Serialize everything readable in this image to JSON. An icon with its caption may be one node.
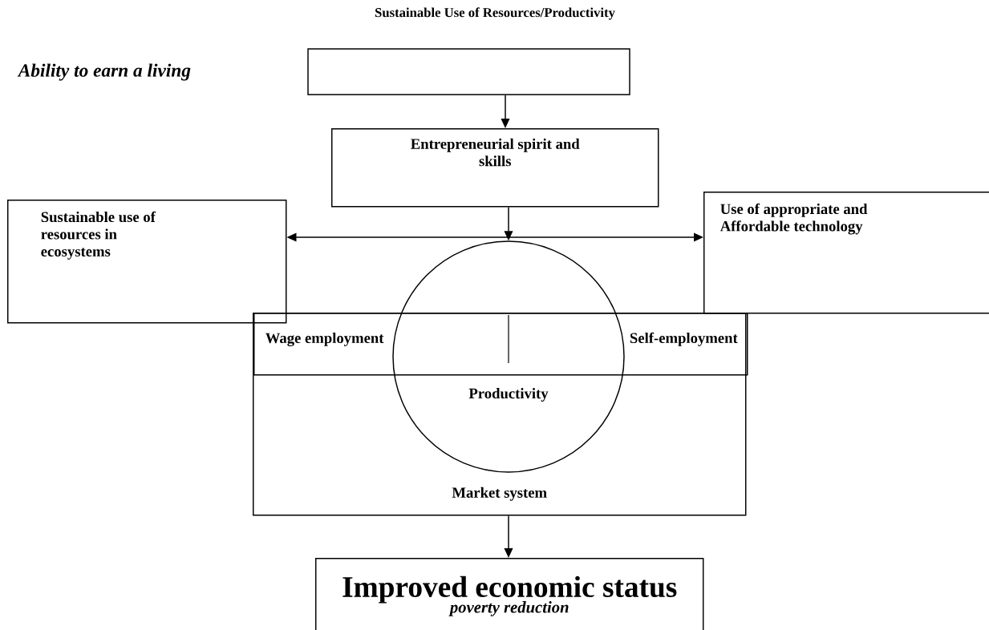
{
  "diagram": {
    "title": "Sustainable Use of Resources/Productivity",
    "nodes": [
      {
        "text": [],
        "shape": "box"
      },
      {
        "text": [
          "Entrepreneurial spirit and skills"
        ]
      },
      {
        "text": [
          "Sustainable use of resources in ecosystems"
        ]
      },
      {
        "text": [
          "Use of appropriate and Affordable technology"
        ]
      },
      {
        "text": [
          "Market system"
        ]
      },
      {
        "text": [
          "Wage employment",
          "Self-employment"
        ],
        "in": 4
      },
      {
        "text": [
          "Productivity"
        ]
      },
      {
        "text": [
          "Improved economic status",
          "poverty reduction"
        ]
      }
    ],
    "edges": [
      {
        "from": 0,
        "to": 1,
        "arrow": "to"
      },
      {
        "from": 1,
        "to": 6,
        "arrow": "to"
      },
      {
        "from": 2,
        "to": 3,
        "arrow": "both"
      },
      {
        "from": 4,
        "to": 7,
        "arrow": "to"
      }
    ],
    "labels": [
      "Ability to earn a living"
    ]
  }
}
